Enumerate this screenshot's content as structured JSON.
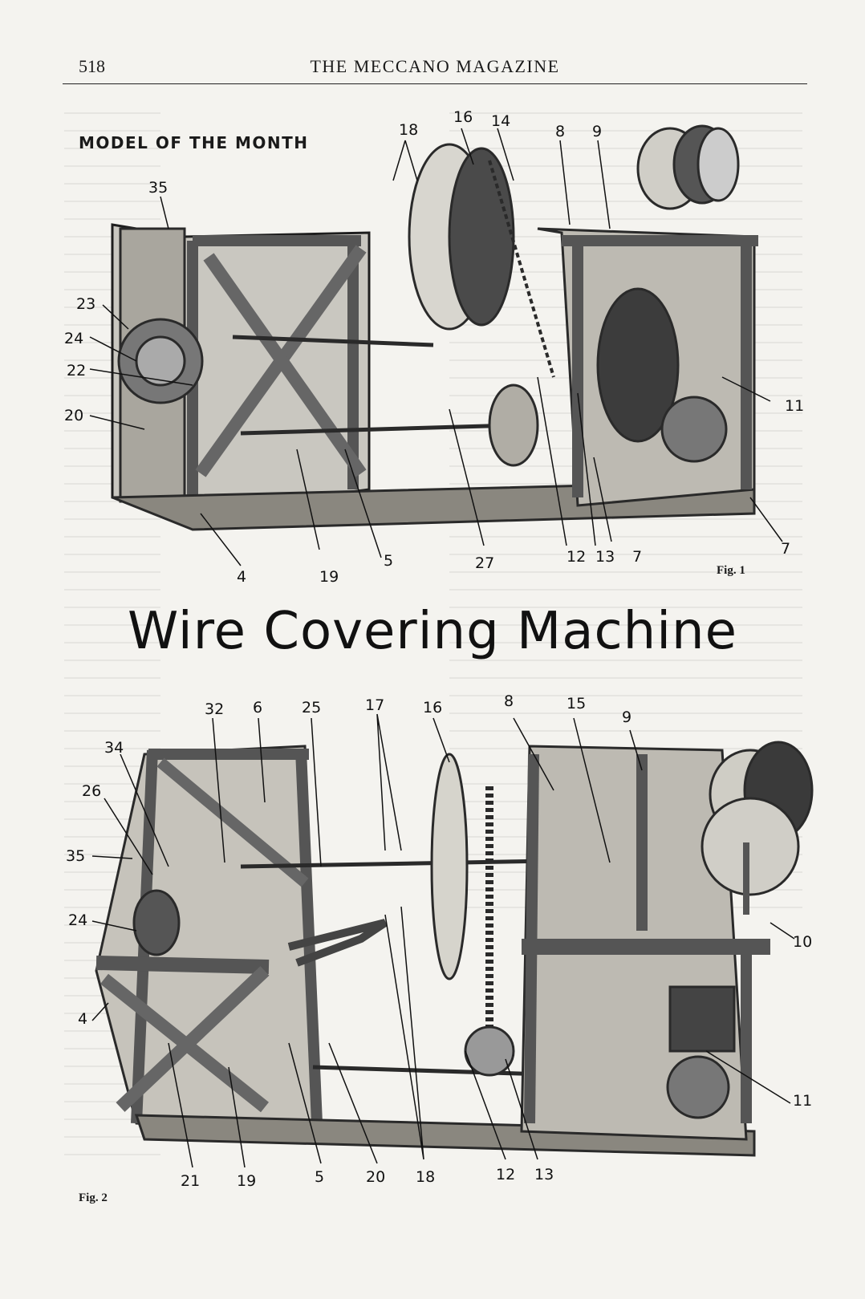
{
  "header": {
    "page_number": "518",
    "magazine_title": "THE MECCANO MAGAZINE"
  },
  "section_label": "MODEL OF THE MONTH",
  "article_title": "Wire Covering Machine",
  "figure1": {
    "caption": "Fig. 1",
    "callouts": [
      {
        "id": "c18",
        "text": "18"
      },
      {
        "id": "c16",
        "text": "16"
      },
      {
        "id": "c14",
        "text": "14"
      },
      {
        "id": "c8",
        "text": "8"
      },
      {
        "id": "c9",
        "text": "9"
      },
      {
        "id": "c35",
        "text": "35"
      },
      {
        "id": "c23",
        "text": "23"
      },
      {
        "id": "c24",
        "text": "24"
      },
      {
        "id": "c22",
        "text": "22"
      },
      {
        "id": "c20",
        "text": "20"
      },
      {
        "id": "c11",
        "text": "11"
      },
      {
        "id": "c7a",
        "text": "7"
      },
      {
        "id": "c4",
        "text": "4"
      },
      {
        "id": "c19",
        "text": "19"
      },
      {
        "id": "c5",
        "text": "5"
      },
      {
        "id": "c27",
        "text": "27"
      },
      {
        "id": "c12",
        "text": "12"
      },
      {
        "id": "c13",
        "text": "13"
      },
      {
        "id": "c7b",
        "text": "7"
      },
      {
        "id": "c7c",
        "text": "7"
      }
    ]
  },
  "figure2": {
    "caption": "Fig. 2",
    "callouts": [
      {
        "id": "d32",
        "text": "32"
      },
      {
        "id": "d6",
        "text": "6"
      },
      {
        "id": "d25",
        "text": "25"
      },
      {
        "id": "d17",
        "text": "17"
      },
      {
        "id": "d16",
        "text": "16"
      },
      {
        "id": "d8",
        "text": "8"
      },
      {
        "id": "d15",
        "text": "15"
      },
      {
        "id": "d9",
        "text": "9"
      },
      {
        "id": "d34",
        "text": "34"
      },
      {
        "id": "d26",
        "text": "26"
      },
      {
        "id": "d35",
        "text": "35"
      },
      {
        "id": "d24",
        "text": "24"
      },
      {
        "id": "d4",
        "text": "4"
      },
      {
        "id": "d10",
        "text": "10"
      },
      {
        "id": "d11",
        "text": "11"
      },
      {
        "id": "d21",
        "text": "21"
      },
      {
        "id": "d19",
        "text": "19"
      },
      {
        "id": "d5",
        "text": "5"
      },
      {
        "id": "d20",
        "text": "20"
      },
      {
        "id": "d18",
        "text": "18"
      },
      {
        "id": "d12",
        "text": "12"
      },
      {
        "id": "d13",
        "text": "13"
      }
    ]
  }
}
